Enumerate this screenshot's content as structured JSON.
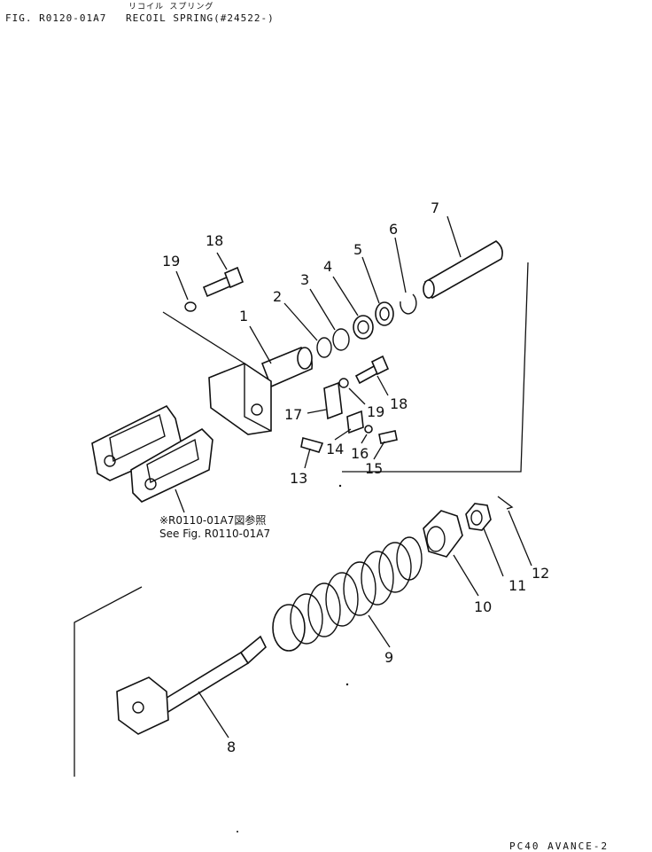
{
  "header": {
    "japanese_title": "リコイル スプリング",
    "figure_number": "FIG. R0120-01A7",
    "title": "RECOIL SPRING(#24522-)"
  },
  "reference_note": {
    "japanese": "※R0110-01A7図参照",
    "english": "See Fig. R0110-01A7"
  },
  "footer": "PC40 AVANCE-2",
  "callouts": [
    {
      "id": "1",
      "label": "1"
    },
    {
      "id": "2",
      "label": "2"
    },
    {
      "id": "3",
      "label": "3"
    },
    {
      "id": "4",
      "label": "4"
    },
    {
      "id": "5",
      "label": "5"
    },
    {
      "id": "6",
      "label": "6"
    },
    {
      "id": "7",
      "label": "7"
    },
    {
      "id": "8",
      "label": "8"
    },
    {
      "id": "9",
      "label": "9"
    },
    {
      "id": "10",
      "label": "10"
    },
    {
      "id": "11",
      "label": "11"
    },
    {
      "id": "12",
      "label": "12"
    },
    {
      "id": "13",
      "label": "13"
    },
    {
      "id": "14",
      "label": "14"
    },
    {
      "id": "15",
      "label": "15"
    },
    {
      "id": "16",
      "label": "16"
    },
    {
      "id": "17",
      "label": "17"
    },
    {
      "id": "18a",
      "label": "18"
    },
    {
      "id": "18b",
      "label": "18"
    },
    {
      "id": "19a",
      "label": "19"
    },
    {
      "id": "19b",
      "label": "19"
    }
  ]
}
